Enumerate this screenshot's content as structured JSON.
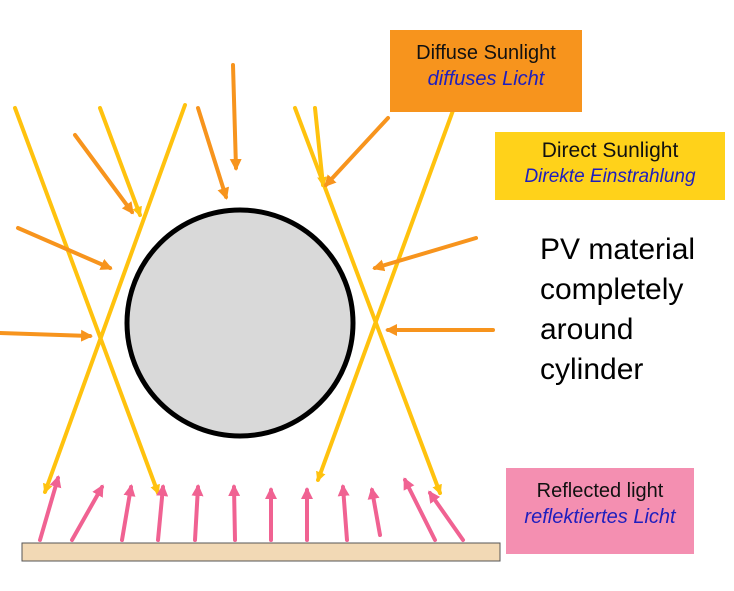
{
  "colors": {
    "direct": "#FFC20E",
    "diffuse": "#F7941D",
    "reflected": "#F06292",
    "diffuse_box": "#F7941D",
    "direct_box": "#FFD21A",
    "reflected_box": "#F48FB1",
    "sub_text": "#1E1EBE",
    "cylinder_fill": "#D9D9D9",
    "cylinder_stroke": "#000000",
    "ground_fill": "#F2D9B5"
  },
  "labels": {
    "diffuse": {
      "main": "Diffuse Sunlight",
      "sub": "diffuses Licht"
    },
    "direct": {
      "main": "Direct Sunlight",
      "sub": "Direkte Einstrahlung"
    },
    "reflected": {
      "main": "Reflected light",
      "sub": "reflektiertes Licht"
    }
  },
  "pv_text": [
    "PV material",
    "completely",
    "around",
    "cylinder"
  ]
}
